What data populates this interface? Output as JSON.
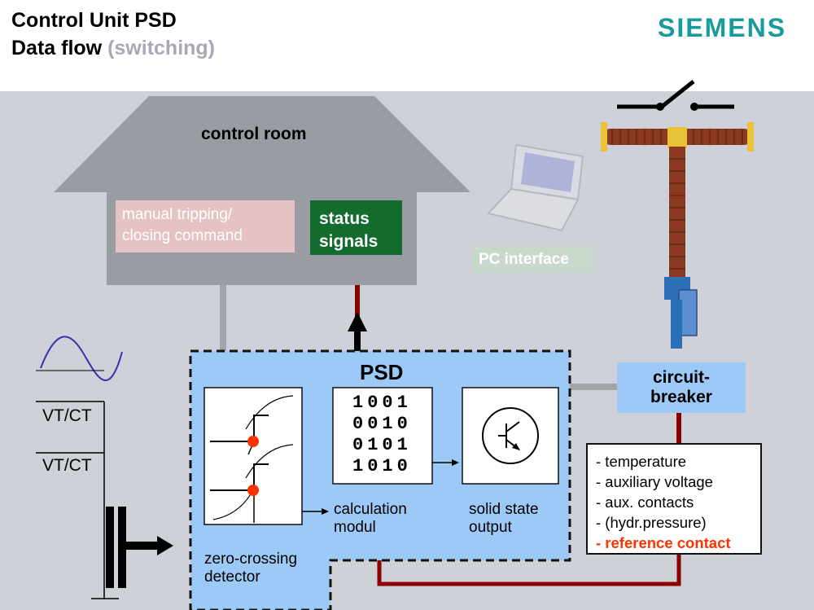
{
  "header": {
    "title_line1": "Control Unit PSD",
    "title_line2_main": "Data flow",
    "title_line2_sub": "(switching)",
    "logo_text": "SIEMENS"
  },
  "control_room": {
    "label": "control room",
    "manual_line1": "manual tripping/",
    "manual_line2": "closing command",
    "status_line1": "status",
    "status_line2": "signals",
    "pc_interface": "PC interface"
  },
  "psd": {
    "title": "PSD",
    "binary": [
      "1001",
      "0010",
      "0101",
      "1010"
    ],
    "calc_line1": "calculation",
    "calc_line2": "modul",
    "solid_line1": "solid state",
    "solid_line2": "output",
    "zero_line1": "zero-crossing",
    "zero_line2": "detector"
  },
  "vtct": [
    "VT/CT",
    "VT/CT"
  ],
  "breaker": {
    "line1": "circuit-",
    "line2": "breaker"
  },
  "monitor": {
    "items": [
      "- temperature",
      "- auxiliary voltage",
      "- aux. contacts",
      "- (hydr.pressure)"
    ],
    "highlight": "- reference contact"
  },
  "colors": {
    "accent_teal": "#1a9b9b",
    "background_gray": "#cfd1d8",
    "psd_blue": "#9cc9f5",
    "status_green": "#136b2d",
    "link_red": "#8b0000",
    "highlight_red": "#ff3300"
  }
}
